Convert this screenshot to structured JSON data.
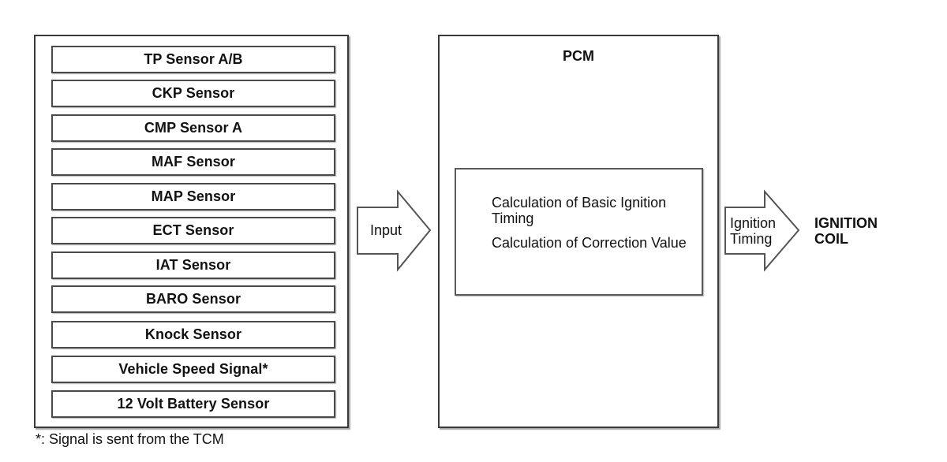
{
  "sensors": [
    "TP Sensor A/B",
    "CKP Sensor",
    "CMP Sensor A",
    "MAF Sensor",
    "MAP Sensor",
    "ECT Sensor",
    "IAT Sensor",
    "BARO Sensor",
    "Knock Sensor",
    "Vehicle Speed Signal*",
    "12 Volt Battery Sensor"
  ],
  "input_arrow": {
    "label": "Input"
  },
  "pcm": {
    "title": "PCM",
    "calculations": [
      "Calculation of Basic Ignition Timing",
      "Calculation of Correction Value"
    ]
  },
  "output_arrow": {
    "label_line1": "Ignition",
    "label_line2": "Timing"
  },
  "output": {
    "line1": "IGNITION",
    "line2": "COIL"
  },
  "footnote": "*: Signal is sent from the TCM"
}
